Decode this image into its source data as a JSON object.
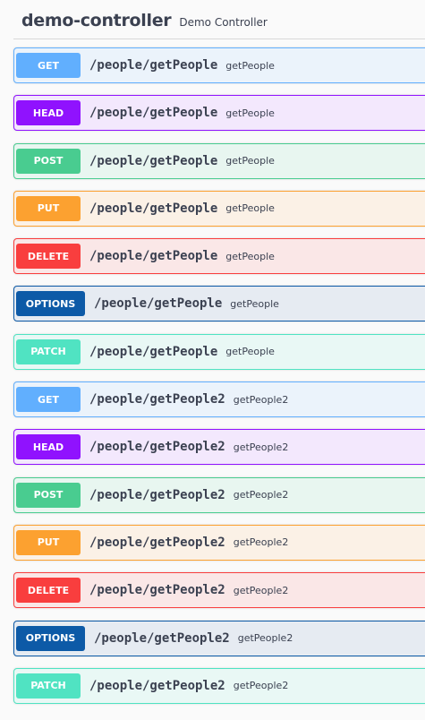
{
  "tag": {
    "name": "demo-controller",
    "description": "Demo Controller"
  },
  "colors": {
    "GET": {
      "badge": "#61affe",
      "bg": "#ebf3fb",
      "border": "#61affe"
    },
    "HEAD": {
      "badge": "#9012fe",
      "bg": "#f3e8fd",
      "border": "#9012fe"
    },
    "POST": {
      "badge": "#49cc90",
      "bg": "#e8f6f0",
      "border": "#49cc90"
    },
    "PUT": {
      "badge": "#fca130",
      "bg": "#fbf1e6",
      "border": "#fca130"
    },
    "DELETE": {
      "badge": "#f93e3e",
      "bg": "#fae7e7",
      "border": "#f93e3e"
    },
    "OPTIONS": {
      "badge": "#0d5aa7",
      "bg": "#e6ebf2",
      "border": "#0d5aa7"
    },
    "PATCH": {
      "badge": "#50e3c2",
      "bg": "#e9f8f5",
      "border": "#50e3c2"
    }
  },
  "operations": [
    {
      "method": "GET",
      "path": "/people/getPeople",
      "summary": "getPeople"
    },
    {
      "method": "HEAD",
      "path": "/people/getPeople",
      "summary": "getPeople"
    },
    {
      "method": "POST",
      "path": "/people/getPeople",
      "summary": "getPeople"
    },
    {
      "method": "PUT",
      "path": "/people/getPeople",
      "summary": "getPeople"
    },
    {
      "method": "DELETE",
      "path": "/people/getPeople",
      "summary": "getPeople"
    },
    {
      "method": "OPTIONS",
      "path": "/people/getPeople",
      "summary": "getPeople"
    },
    {
      "method": "PATCH",
      "path": "/people/getPeople",
      "summary": "getPeople"
    },
    {
      "method": "GET",
      "path": "/people/getPeople2",
      "summary": "getPeople2"
    },
    {
      "method": "HEAD",
      "path": "/people/getPeople2",
      "summary": "getPeople2"
    },
    {
      "method": "POST",
      "path": "/people/getPeople2",
      "summary": "getPeople2"
    },
    {
      "method": "PUT",
      "path": "/people/getPeople2",
      "summary": "getPeople2"
    },
    {
      "method": "DELETE",
      "path": "/people/getPeople2",
      "summary": "getPeople2"
    },
    {
      "method": "OPTIONS",
      "path": "/people/getPeople2",
      "summary": "getPeople2"
    },
    {
      "method": "PATCH",
      "path": "/people/getPeople2",
      "summary": "getPeople2"
    }
  ]
}
